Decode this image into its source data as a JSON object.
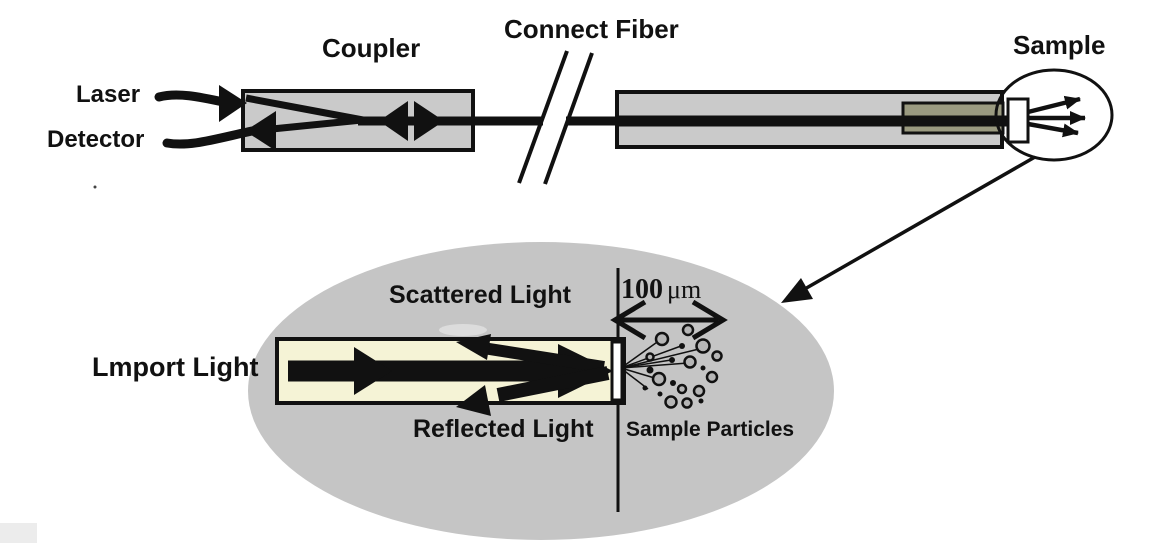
{
  "labels": {
    "laser": "Laser",
    "detector": "Detector",
    "coupler": "Coupler",
    "connect_fiber": "Connect Fiber",
    "sample": "Sample",
    "scattered_light": "Scattered Light",
    "import_light": "Lmport Light",
    "reflected_light": "Reflected Light",
    "sample_particles": "Sample Particles"
  },
  "scale": {
    "value": "100",
    "unit": "μm"
  },
  "colors": {
    "ink": "#111111",
    "box_gray": "#cacaca",
    "ellipse_gray": "#c5c5c5",
    "fiber_yellow": "#f5f3d6",
    "ferrule_olive": "#9a9a80",
    "particle_gray": "#b5b5b5",
    "corner_gray": "#ececec"
  }
}
